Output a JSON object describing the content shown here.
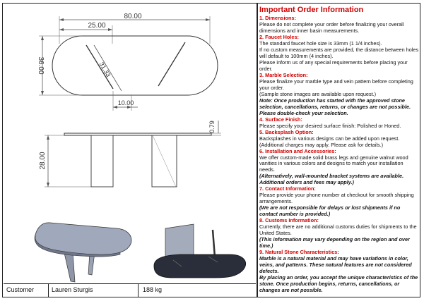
{
  "drawing": {
    "dim_overall_length": "80.00",
    "dim_faucet_offset": "25.00",
    "dim_width": "36.00",
    "dim_slot_length": "31.33",
    "dim_edge_offset": "10.00",
    "dim_top_thickness": "0.79",
    "dim_height": "28.00"
  },
  "title_block": {
    "customer_label": "Customer",
    "customer_name": "Lauren Sturgis",
    "weight": "188 kg"
  },
  "info": {
    "title": "Important Order Information",
    "sections": [
      {
        "heading": "1. Dimensions:",
        "lines": [
          {
            "text": "Please do not complete your order before finalizing your overall dimensions and inner basin measurements.",
            "note": false
          }
        ]
      },
      {
        "heading": "2. Faucet Holes:",
        "lines": [
          {
            "text": "The standard faucet hole size is 33mm (1 1/4 inches).",
            "note": false
          },
          {
            "text": "If no custom measurements are provided, the distance between holes will default to 100mm (4 inches).",
            "note": false
          },
          {
            "text": "Please inform us of any special requirements before placing your order.",
            "note": false
          }
        ]
      },
      {
        "heading": "3. Marble Selection:",
        "lines": [
          {
            "text": "Please finalize your marble type and vein pattern before completing your order.",
            "note": false
          },
          {
            "text": "(Sample stone images are available upon request.)",
            "note": false
          },
          {
            "text": "Note: Once production has started with the approved stone selection, cancellations, returns, or changes are not possible.",
            "note": true
          },
          {
            "text": "Please double-check your selection.",
            "note": true
          }
        ]
      },
      {
        "heading": "4. Surface Finish:",
        "lines": [
          {
            "text": "Please specify your desired surface finish: Polished or Honed.",
            "note": false
          }
        ]
      },
      {
        "heading": "5. Backsplash Option:",
        "lines": [
          {
            "text": "Backsplashes in various designs can be added upon request.",
            "note": false
          },
          {
            "text": "(Additional charges may apply. Please ask for details.)",
            "note": false
          }
        ]
      },
      {
        "heading": "6. Installation and Accessories:",
        "lines": [
          {
            "text": "We offer custom-made solid brass legs and genuine walnut wood vanities in various colors and designs to match your installation needs.",
            "note": false
          },
          {
            "text": "(Alternatively, wall-mounted bracket systems are available. Additional orders and fees may apply.)",
            "note": true
          }
        ]
      },
      {
        "heading": "7. Contact Information:",
        "lines": [
          {
            "text": "Please provide your phone number at checkout for smooth shipping arrangements.",
            "note": false
          },
          {
            "text": "(We are not responsible for delays or lost shipments if no contact number is provided.)",
            "note": true
          }
        ]
      },
      {
        "heading": "8. Customs Information:",
        "lines": [
          {
            "text": "Currently, there are no additional customs duties for shipments to the United States.",
            "note": false
          },
          {
            "text": "(This information may vary depending on the region and over time.)",
            "note": true
          }
        ]
      },
      {
        "heading": "9. Natural Stone Characteristics:",
        "lines": [
          {
            "text": "Marble is a natural material and may have variations in color, veins, and patterns. These natural features are not considered defects.",
            "note": true
          },
          {
            "text": "By placing an order, you accept the unique characteristics of the stone. Once production begins, returns, cancellations, or changes are not possible.",
            "note": true
          }
        ]
      }
    ]
  }
}
